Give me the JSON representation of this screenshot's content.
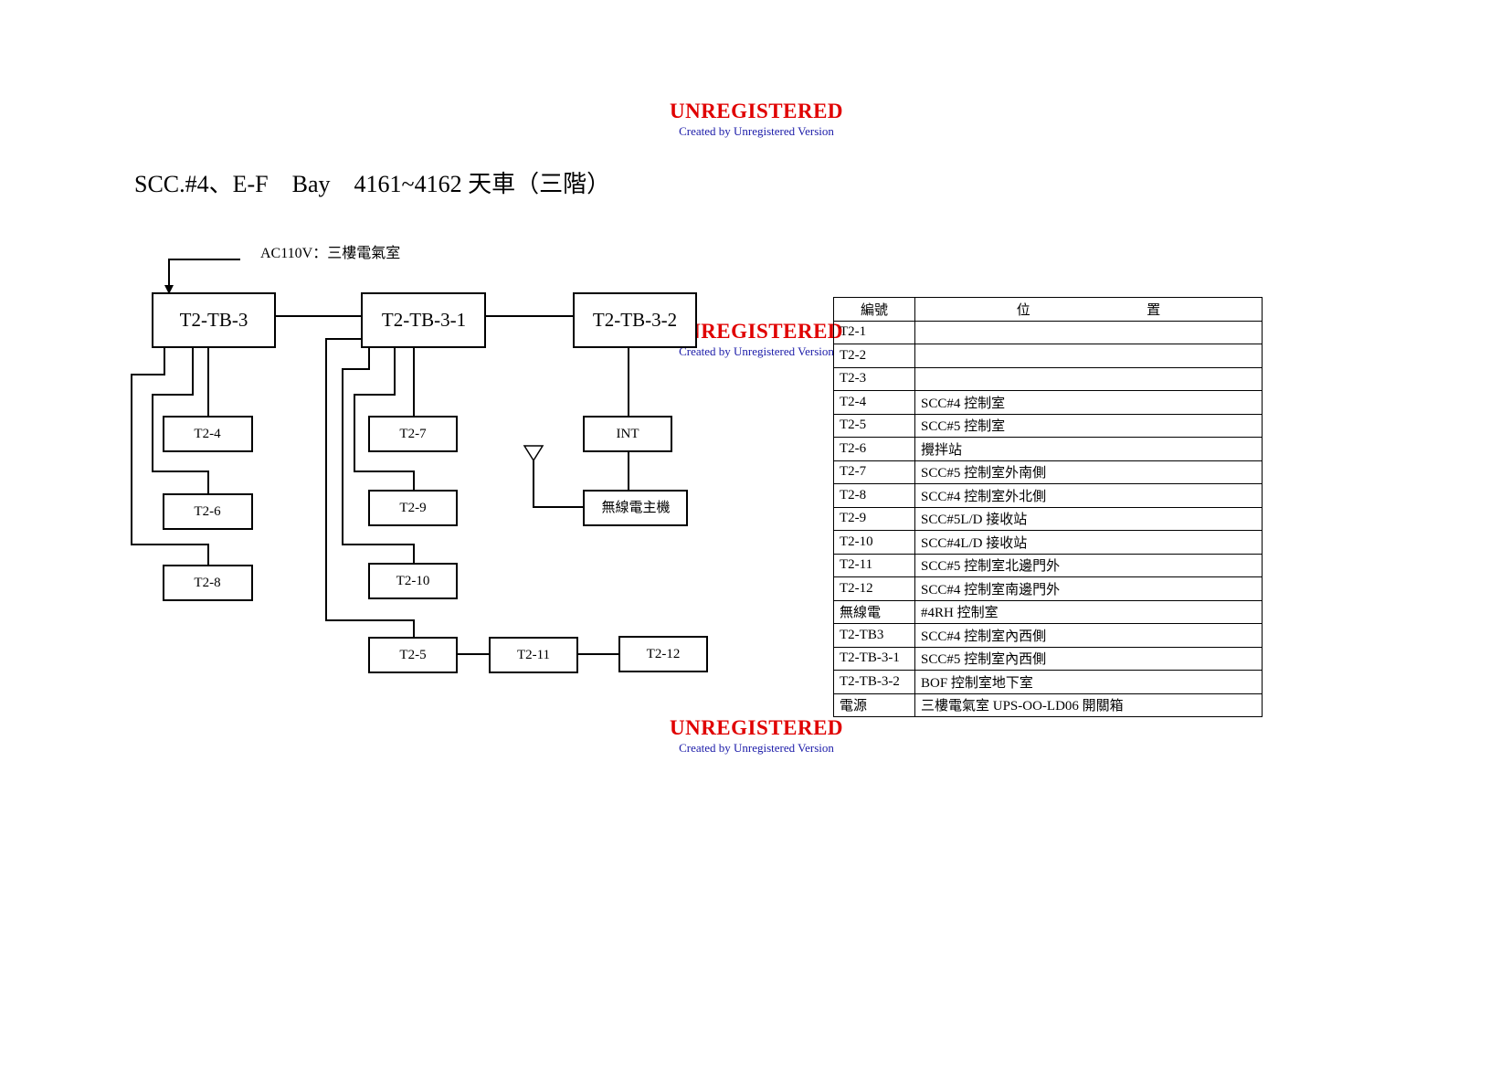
{
  "title": "SCC.#4、E-F    Bay    4161~4162 天車（三階）",
  "power_label": "AC110V：三樓電氣室",
  "watermark": {
    "title": "UNREGISTERED",
    "subtitle": "Created by Unregistered Version"
  },
  "nodes": {
    "tb3": "T2-TB-3",
    "tb31": "T2-TB-3-1",
    "tb32": "T2-TB-3-2",
    "t4": "T2-4",
    "t6": "T2-6",
    "t8": "T2-8",
    "t7": "T2-7",
    "t9": "T2-9",
    "t10": "T2-10",
    "t5": "T2-5",
    "t11": "T2-11",
    "t12": "T2-12",
    "int": "INT",
    "radio": "無線電主機"
  },
  "table": {
    "headers": [
      "編號",
      "位",
      "置"
    ],
    "rows": [
      {
        "id": "T2-1",
        "loc": ""
      },
      {
        "id": "T2-2",
        "loc": ""
      },
      {
        "id": "T2-3",
        "loc": ""
      },
      {
        "id": "T2-4",
        "loc": "SCC#4 控制室"
      },
      {
        "id": "T2-5",
        "loc": "SCC#5 控制室"
      },
      {
        "id": "T2-6",
        "loc": "攪拌站"
      },
      {
        "id": "T2-7",
        "loc": "SCC#5 控制室外南側"
      },
      {
        "id": "T2-8",
        "loc": "SCC#4 控制室外北側"
      },
      {
        "id": "T2-9",
        "loc": "SCC#5L/D 接收站"
      },
      {
        "id": "T2-10",
        "loc": "SCC#4L/D 接收站"
      },
      {
        "id": "T2-11",
        "loc": "SCC#5 控制室北邊門外"
      },
      {
        "id": "T2-12",
        "loc": "SCC#4 控制室南邊門外"
      },
      {
        "id": "無線電",
        "loc": "#4RH 控制室"
      },
      {
        "id": "T2-TB3",
        "loc": "SCC#4 控制室內西側"
      },
      {
        "id": "T2-TB-3-1",
        "loc": "SCC#5 控制室內西側"
      },
      {
        "id": "T2-TB-3-2",
        "loc": "BOF 控制室地下室"
      },
      {
        "id": "電源",
        "loc": "三樓電氣室 UPS-OO-LD06 開關箱"
      }
    ]
  }
}
